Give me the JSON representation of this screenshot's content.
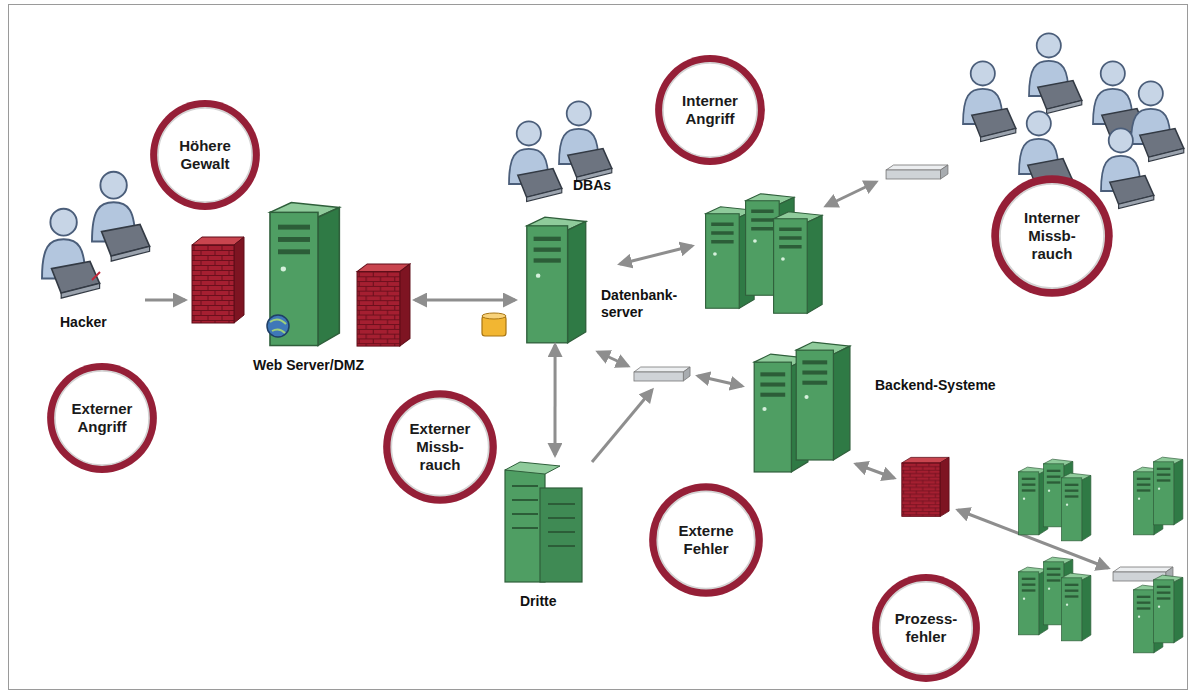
{
  "diagram": {
    "nodes": [
      {
        "text": [
          "Höhere Gewalt"
        ]
      },
      {
        "text": [
          "Interner Angriff"
        ]
      },
      {
        "text": [
          "DBAs"
        ]
      },
      {
        "text": [
          "Interner Missb- rauch"
        ]
      },
      {
        "text": [
          "Hacker"
        ]
      },
      {
        "text": [
          "Web Server/DMZ"
        ]
      },
      {
        "text": [
          "Datenbank- server"
        ]
      },
      {
        "text": [
          "Backend-Systeme"
        ]
      },
      {
        "text": [
          "Externer Angriff"
        ]
      },
      {
        "text": [
          "Externer Missb- rauch"
        ]
      },
      {
        "text": [
          "Externe Fehler"
        ]
      },
      {
        "text": [
          "Dritte"
        ]
      },
      {
        "text": [
          "Prozess- fehler"
        ]
      }
    ],
    "edges": [
      {
        "from": 4,
        "to": 5,
        "arrow": "to"
      },
      {
        "from": 5,
        "to": 6,
        "arrow": "both"
      },
      {
        "from": 6,
        "to": 11,
        "arrow": "both"
      }
    ]
  }
}
